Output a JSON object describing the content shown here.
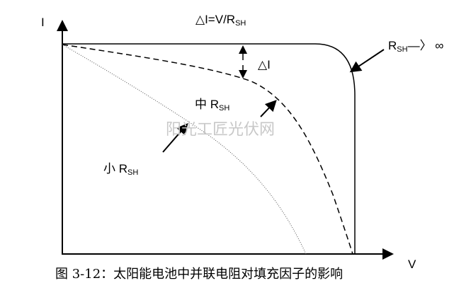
{
  "axes": {
    "y_label": "I",
    "x_label": "V"
  },
  "formula": {
    "text": "△I=V/R",
    "sub": "SH"
  },
  "labels": {
    "infinite": {
      "main": "R",
      "sub": "SH",
      "suffix": "—〉 ∞"
    },
    "delta": "△I",
    "medium": {
      "prefix": "中 R",
      "sub": "SH"
    },
    "small": {
      "prefix": "小 R",
      "sub": "SH"
    }
  },
  "watermark": "阳光工匠光伏网",
  "caption": "图 3-12：太阳能电池中并联电阻对填充因子的影响"
}
